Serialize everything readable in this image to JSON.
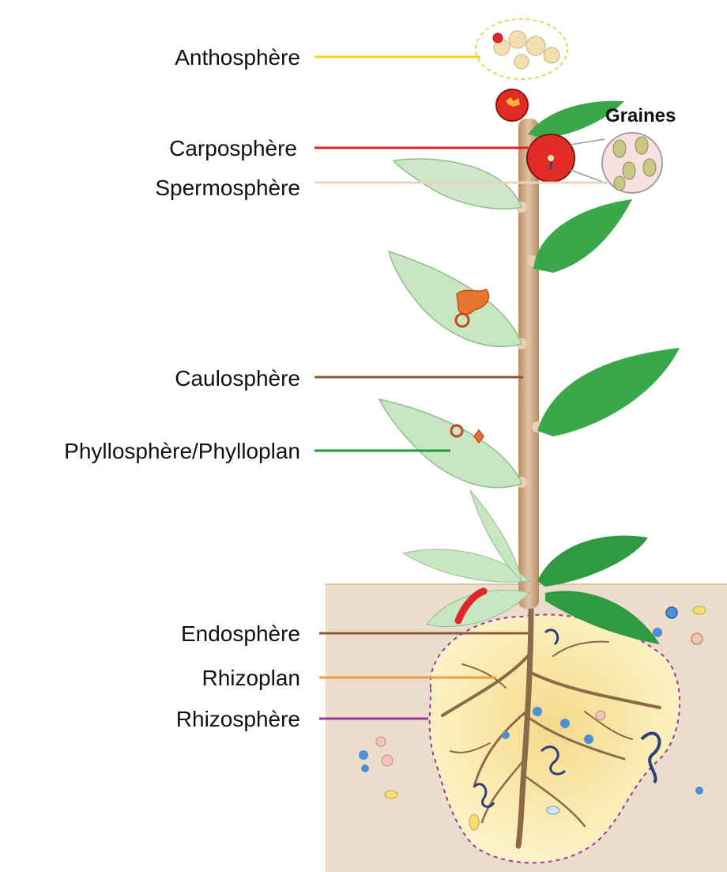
{
  "labels": {
    "anthosphere": "Anthosphère",
    "carposphere": "Carposphère",
    "spermosphere": "Spermosphère",
    "caulosphere": "Caulosphère",
    "phyllosphere": "Phyllosphère/Phylloplan",
    "endosphere": "Endosphère",
    "rhizoplan": "Rhizoplan",
    "rhizosphere": "Rhizosphère"
  },
  "seeds_label": "Graines",
  "colors": {
    "anthosphere": "#f2d21e",
    "carposphere": "#e0262a",
    "spermosphere": "#ecd3bd",
    "caulosphere": "#8a5a33",
    "phyllosphere": "#1f9a3b",
    "endosphere": "#8b5a35",
    "rhizoplan": "#f39a3c",
    "rhizosphere": "#9b3a9a",
    "stem": "#d7b48f",
    "soil": "#ecdccb",
    "leaf": "#3aa84a",
    "leaf_pale": "#c9e6c3",
    "fruit": "#e12c25",
    "rhizosphere_zone": "#f9eaa6"
  }
}
